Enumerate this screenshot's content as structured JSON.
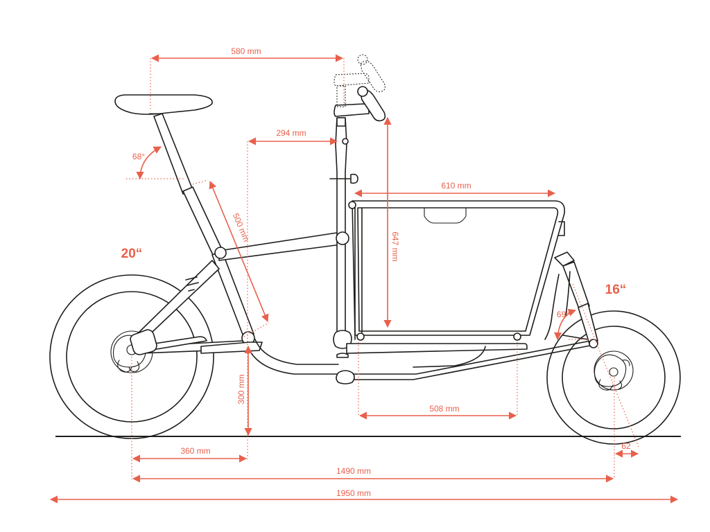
{
  "colors": {
    "dimension": "#e8604c",
    "line": "#1d1d1b",
    "background": "#ffffff"
  },
  "wheels": {
    "rear_size": "20“",
    "front_size": "16“"
  },
  "dimensions": {
    "saddle_to_handlebar": "580 mm",
    "seat_tube_to_headtube": "294 mm",
    "cargo_box_length_top": "610 mm",
    "cargo_box_height": "647 mm",
    "seat_tube_length": "500 mm",
    "seat_tube_angle": "68°",
    "head_tube_angle": "69°",
    "bottom_bracket_height": "300 mm",
    "chainstay": "360 mm",
    "cargo_box_length_bottom": "508 mm",
    "fork_offset": "62",
    "wheelbase": "1490 mm",
    "total_length": "1950 mm"
  }
}
